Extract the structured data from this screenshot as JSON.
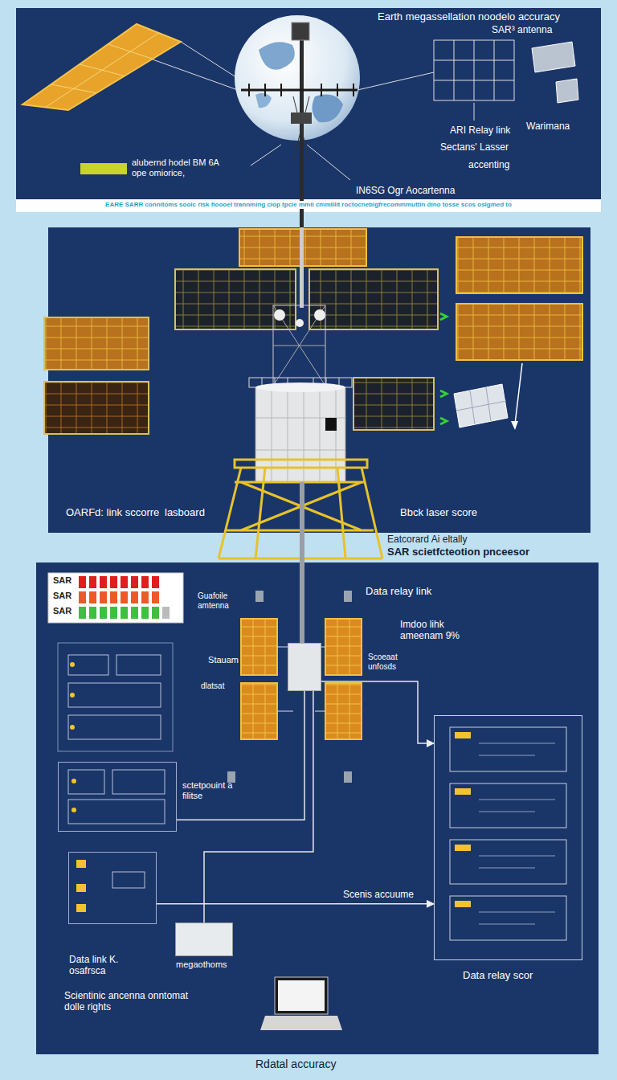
{
  "diagram": {
    "title": "Earth megassellation noodelo accuracy",
    "caption": "EARE SARR connitoms sooic risk fioooel trannming ciop tpcie mmli cmmlilit roctocneblgfrecommmuttin dino tosse scos osigmed to",
    "nodes": [
      {
        "text": [
          "SAR",
          "SAR",
          "SAR"
        ]
      },
      {
        "text": [
          "sctetpouint a filitse"
        ]
      },
      {
        "text": [
          "Data link K. osafrsca"
        ]
      },
      {
        "text": [
          "megaothoms"
        ]
      },
      {
        "text": [
          "Stauam"
        ]
      },
      {
        "text": [
          "Data relay scor"
        ]
      }
    ],
    "edges": [
      {
        "from": 1,
        "to": 4,
        "arrow": "none"
      },
      {
        "from": 3,
        "to": 4,
        "arrow": "none"
      },
      {
        "from": 4,
        "to": 5,
        "arrow": "to"
      },
      {
        "from": 2,
        "to": 5,
        "arrow": "to",
        "label": "Scenis accuume"
      }
    ],
    "labels": [
      "SAR³ antenna",
      "ARI Relay link",
      "Sectans' Lasser",
      "accenting",
      "Warimana",
      "IN6SG Ogr Aocartenna",
      "OARFd: link sccorre",
      "lasboard",
      "Bbck laser score",
      "Eatcorard Ai eltally",
      "SAR scietfcteotion pnceesor",
      "Guafoile amtenna",
      "Data relay link",
      "Imdoo lihk ameenam 9%",
      "dlatsat",
      "Scoeaat unfosds",
      "Scientinic ancenna onntomat dolle rights",
      "Rdatal accuracy"
    ],
    "legend": [
      {
        "text": "alubernd hodel BM 6A ope omiorice,",
        "color": "#c8d42a"
      }
    ]
  }
}
